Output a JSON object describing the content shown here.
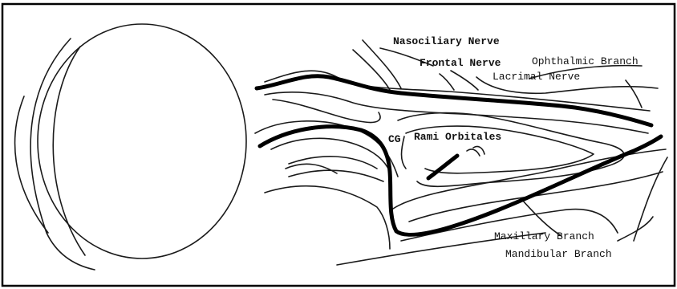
{
  "labels": {
    "nasociliary": "Nasociliary Nerve",
    "frontal": "Frontal Nerve",
    "ophthalmic": "Ophthalmic Branch",
    "lacrimal": "Lacrimal Nerve",
    "cg": "CG",
    "rami": "Rami Orbitales",
    "maxillary": "Maxillary Branch",
    "mandibular": "Mandibular Branch"
  }
}
